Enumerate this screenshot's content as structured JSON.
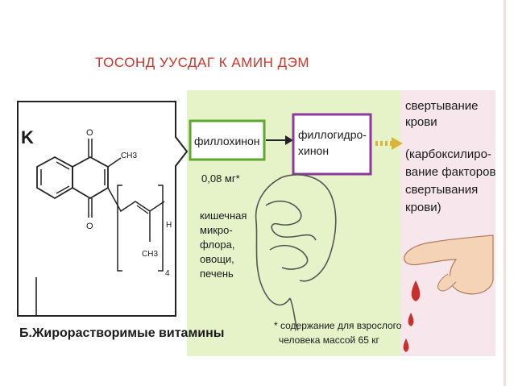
{
  "slide": {
    "title": "Тосонд уусдаг К амин дэм"
  },
  "figure": {
    "vitamin_letter": "K",
    "molecule_labels": {
      "oxygen_top": "O",
      "oxygen_bottom": "O",
      "methyl_ring": "CH3",
      "methyl_chain": "CH3",
      "hydrogen": "H",
      "repeat": "4"
    },
    "box_phylloquinone": "филлохинон",
    "box_phyllohydroquinone_line1": "филлогидро-",
    "box_phyllohydroquinone_line2": "хинон",
    "dose": "0,08 мг*",
    "sources": [
      "кишечная",
      "микро-",
      "флора,",
      "овощи,",
      "печень"
    ],
    "function": [
      "свертывание",
      "крови",
      "(карбоксилиро-",
      "вание факторов",
      "свертывания",
      "крови)"
    ],
    "footnote_line1": "* содержание для взрослого",
    "footnote_line2": "человека массой  65 кг",
    "caption": "Б.Жирорастворимые витамины",
    "colors": {
      "title": "#c9352b",
      "box_green": "#5fa82f",
      "box_purple": "#8b3a9b",
      "band_green": "#e6f3c8",
      "band_pink": "#f7e6ec",
      "blood": "#c9302c"
    }
  }
}
